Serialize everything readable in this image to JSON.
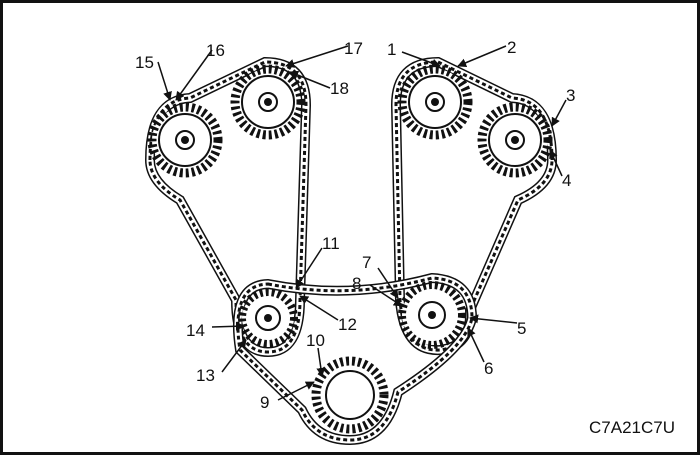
{
  "figure_code": "C7A21C7U",
  "callouts": [
    "1",
    "2",
    "3",
    "4",
    "5",
    "6",
    "7",
    "8",
    "9",
    "10",
    "11",
    "12",
    "13",
    "14",
    "15",
    "16",
    "17",
    "18"
  ],
  "colors": {
    "line": "#111111",
    "background": "#ffffff"
  }
}
